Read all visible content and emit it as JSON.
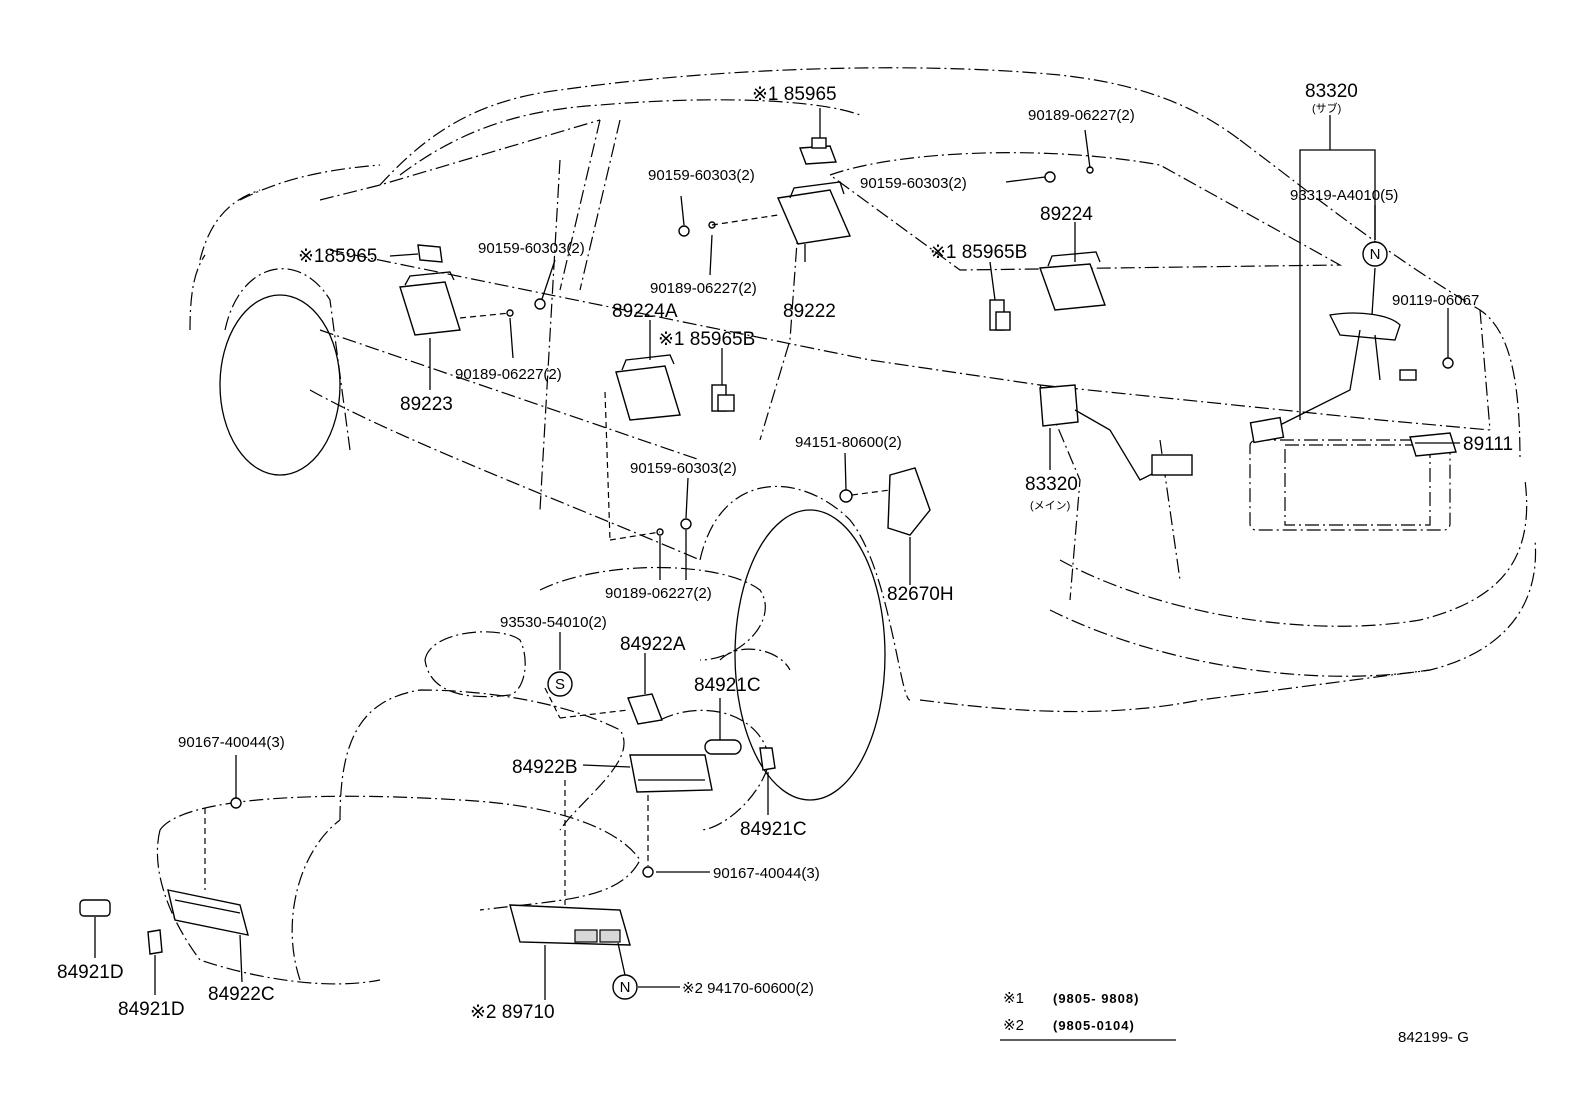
{
  "callouts": [
    {
      "id": "c01",
      "text": "※1 85965"
    },
    {
      "id": "c02",
      "text": "90189-06227(2)"
    },
    {
      "id": "c03",
      "text": "83320"
    },
    {
      "id": "c04",
      "text": "(サブ)"
    },
    {
      "id": "c05",
      "text": "90159-60303(2)"
    },
    {
      "id": "c06",
      "text": "90159-60303(2)"
    },
    {
      "id": "c07",
      "text": "93319-A4010(5)"
    },
    {
      "id": "c08",
      "text": "89224"
    },
    {
      "id": "c09",
      "text": "※185965"
    },
    {
      "id": "c10",
      "text": "90159-60303(2)"
    },
    {
      "id": "c11",
      "text": "※1 85965B"
    },
    {
      "id": "c12",
      "text": "90189-06227(2)"
    },
    {
      "id": "c13",
      "text": "89222"
    },
    {
      "id": "c14",
      "text": "90119-06067"
    },
    {
      "id": "c15",
      "text": "89224A"
    },
    {
      "id": "c16",
      "text": "※1 85965B"
    },
    {
      "id": "c17",
      "text": "90189-06227(2)"
    },
    {
      "id": "c18",
      "text": "89223"
    },
    {
      "id": "c19",
      "text": "89111"
    },
    {
      "id": "c20",
      "text": "94151-80600(2)"
    },
    {
      "id": "c21",
      "text": "90159-60303(2)"
    },
    {
      "id": "c22",
      "text": "83320"
    },
    {
      "id": "c23",
      "text": "(メイン)"
    },
    {
      "id": "c24",
      "text": "82670H"
    },
    {
      "id": "c25",
      "text": "90189-06227(2)"
    },
    {
      "id": "c26",
      "text": "93530-54010(2)"
    },
    {
      "id": "c27",
      "text": "84922A"
    },
    {
      "id": "c28",
      "text": "84921C"
    },
    {
      "id": "c29",
      "text": "90167-40044(3)"
    },
    {
      "id": "c30",
      "text": "84922B"
    },
    {
      "id": "c31",
      "text": "84921C"
    },
    {
      "id": "c32",
      "text": "90167-40044(3)"
    },
    {
      "id": "c33",
      "text": "84921D"
    },
    {
      "id": "c34",
      "text": "84921D"
    },
    {
      "id": "c35",
      "text": "84922C"
    },
    {
      "id": "c36",
      "text": "※2 94170-60600(2)"
    },
    {
      "id": "c37",
      "text": "※2 89710"
    }
  ],
  "markers": {
    "s": "S",
    "n1": "N",
    "n2": "N"
  },
  "notes": [
    {
      "mark": "※1",
      "range": "(9805- 9808)"
    },
    {
      "mark": "※2",
      "range": "(9805-0104)"
    }
  ],
  "drawing_code": "842199- G"
}
